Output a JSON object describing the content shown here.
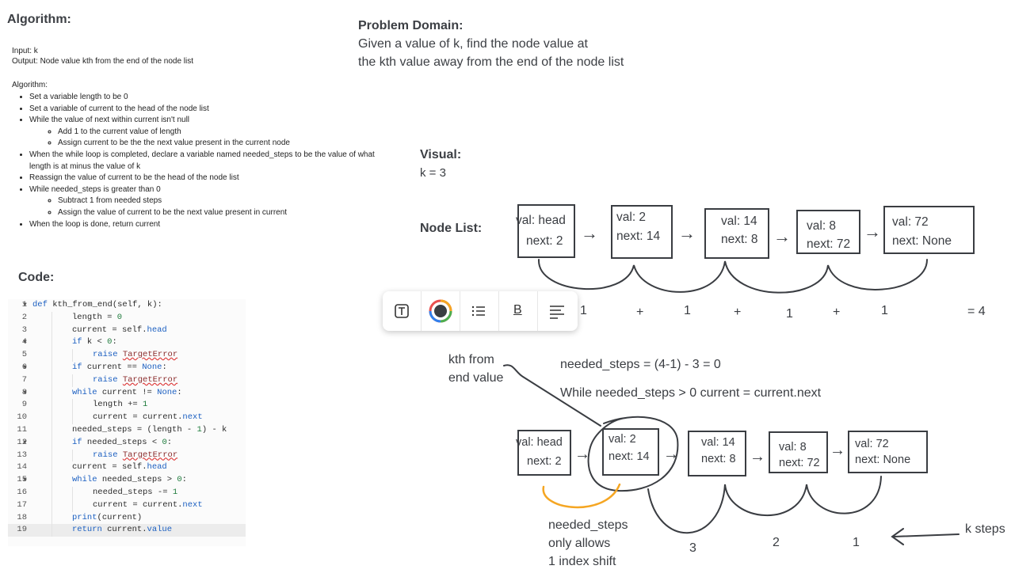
{
  "algorithm": {
    "heading": "Algorithm:",
    "input": "Input: k",
    "output": "Output: Node value kth from the end of the node list",
    "label": "Algorithm:",
    "steps": [
      "Set a variable length to be 0",
      "Set a variable of current to the head of the node list",
      "While the value of next within current isn't null",
      "When the while loop is completed, declare a variable named needed_steps to be the value of what length is at minus the value of k",
      "Reassign the value of current to be the head of the node list",
      "While needed_steps is greater than 0",
      "When the loop is done, return current"
    ],
    "substeps_a": [
      "Add 1 to the current value of length",
      "Assign current to be the the next value present in the current node"
    ],
    "substeps_b": [
      "Subtract 1 from needed steps",
      "Assign the value of current to be the next value present in current"
    ]
  },
  "code": {
    "heading": "Code:",
    "line_numbers": [
      "1",
      "2",
      "3",
      "4",
      "5",
      "6",
      "7",
      "8",
      "9",
      "10",
      "11",
      "12",
      "13",
      "14",
      "15",
      "16",
      "17",
      "18",
      "19"
    ],
    "fold_marker": "▼",
    "lines": {
      "l1_def": "def",
      "l1_rest": " kth_from_end(self, k):",
      "l2_a": "length = ",
      "l2_b": "0",
      "l3_a": "current = self.",
      "l3_b": "head",
      "l4_a": "if",
      "l4_b": " k < ",
      "l4_c": "0",
      "l4_d": ":",
      "raise": "raise",
      "target_error": "TargetError",
      "l6_a": "if",
      "l6_b": " current == ",
      "l6_c": "None",
      "l6_d": ":",
      "l8_a": "while",
      "l8_b": " current != ",
      "l8_c": "None",
      "l8_d": ":",
      "l9_a": "length += ",
      "l9_b": "1",
      "l10_a": "current = current.",
      "l10_b": "next",
      "l11_a": "needed_steps = (length - ",
      "l11_b": "1",
      "l11_c": ") - k",
      "l12_a": "if",
      "l12_b": " needed_steps < ",
      "l12_c": "0",
      "l12_d": ":",
      "l14_a": "current = self.",
      "l14_b": "head",
      "l15_a": "while",
      "l15_b": " needed_steps > ",
      "l15_c": "0",
      "l15_d": ":",
      "l16_a": "needed_steps -= ",
      "l16_b": "1",
      "l17_a": "current = current.",
      "l17_b": "next",
      "l18_a": "print",
      "l18_b": "(current)",
      "l19_a": "return",
      "l19_b": " current.",
      "l19_c": "value"
    }
  },
  "problem": {
    "heading": "Problem Domain:",
    "line1": "Given a value of k, find the node value at",
    "line2": "the kth value away from the end of the node list"
  },
  "visual": {
    "heading": "Visual:",
    "k_value": "k = 3",
    "node_list_label": "Node List:",
    "top_nodes": [
      {
        "val": "val: head",
        "next": "next: 2"
      },
      {
        "val": "val: 2",
        "next": "next: 14"
      },
      {
        "val": "val: 14",
        "next": "next: 8"
      },
      {
        "val": "val: 8",
        "next": "next: 72"
      },
      {
        "val": "val: 72",
        "next": "next: None"
      }
    ],
    "arrow": "→",
    "sum": {
      "one": "1",
      "plus": "+",
      "equals": "= 4"
    },
    "kth_label_1": "kth from",
    "kth_label_2": "end value",
    "needed_eq": "needed_steps = (4-1) - 3 = 0",
    "while_eq": "While needed_steps > 0 current = current.next",
    "bottom_nodes": [
      {
        "val": "val: head",
        "next": "next: 2"
      },
      {
        "val": "val: 2",
        "next": "next: 14"
      },
      {
        "val": "val: 14",
        "next": "next: 8"
      },
      {
        "val": "val: 8",
        "next": "next: 72"
      },
      {
        "val": "val: 72",
        "next": "next: None"
      }
    ],
    "steps_labels": [
      "3",
      "2",
      "1"
    ],
    "k_steps": "k steps",
    "shift_note": [
      "needed_steps",
      "only allows",
      "1 index shift"
    ],
    "orange": "#f5a623"
  },
  "toolbar": {
    "icons": [
      "text-icon",
      "color-icon",
      "list-icon",
      "bold-icon",
      "align-icon"
    ],
    "bold_glyph": "B"
  }
}
